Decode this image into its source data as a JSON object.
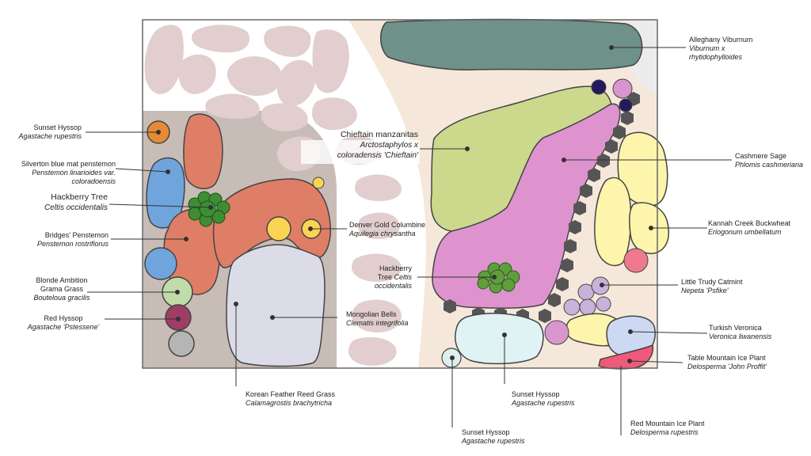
{
  "colors": {
    "border": "#666666",
    "stone": "#e2cece",
    "gravel": "#c8bcb6",
    "sand": "#f5e8da",
    "viburnum": "#6e918a",
    "manzanita": "#ccd98c",
    "sage_pink": "#de93cf",
    "hyssop_orange": "#e58a36",
    "penstemon_salmon": "#df7e66",
    "blue": "#6fa5dc",
    "hackberry_green": "#3d8d35",
    "columbine_yellow": "#fcd454",
    "bells_lavender": "#dcdce8",
    "grama_green": "#bfdca9",
    "red_hyssop": "#9e3d66",
    "gray_circle": "#b5b5b5",
    "buckwheat_yellow": "#fcf5ab",
    "catmint_lilac": "#c9b2da",
    "veronica_blue": "#cdd9f3",
    "ice_plant_pink": "#ef5a7a",
    "hyssop_cyan": "#dff2f4",
    "dark_navy": "#25195d",
    "pink_accent": "#d896cf",
    "paver": "#555555"
  },
  "labels": {
    "sunset_hyssop_left": {
      "name": "Sunset Hyssop",
      "sci": "Agastache rupestris"
    },
    "silverton": {
      "name": "Silverton blue mat penstemon",
      "sci_1": "Penstemon linarioides var.",
      "sci_2": "coloradoensis"
    },
    "hackberry_left": {
      "name": "Hackberry Tree",
      "sci": "Celtis occidentalis"
    },
    "bridges": {
      "name": "Bridges' Penstemon",
      "sci": "Penstemon rostriflorus"
    },
    "blonde": {
      "name_1": "Blonde Ambition",
      "name_2": "Grama Grass",
      "sci": "Bouteloua gracilis"
    },
    "red_hyssop": {
      "name": "Red  Hyssop",
      "sci": "Agastache 'Pstessene'"
    },
    "korean": {
      "name": "Korean Feather Reed Grass",
      "sci": "Calamagrostis brachytricha"
    },
    "mongolian": {
      "name": "Mongolian Bells",
      "sci": "Clematis integrifolia"
    },
    "chieftain": {
      "name": "Chieftain manzanitas",
      "sci_1": "Arctostaphylos x",
      "sci_2": "coloradensis 'Chieftain'"
    },
    "denver": {
      "name": "Denver Gold Columbine",
      "sci": "Aquilegia chrysantha"
    },
    "hackberry_center": {
      "name_1": "Hackberry",
      "name_2": "Tree",
      "sci_a": "Celtis",
      "sci_b": "occidentalis"
    },
    "alleghany": {
      "name": "Alleghany Viburnum",
      "sci_1": "Viburnum x",
      "sci_2": "rhytidophylloides"
    },
    "cashmere": {
      "name": "Cashmere Sage",
      "sci": "Phlomis cashmeriana"
    },
    "kannah": {
      "name": "Kannah Creek Buckwheat",
      "sci": "Eriogonum umbellatum"
    },
    "little_trudy": {
      "name": "Little Trudy Catmint",
      "sci": "Nepeta 'Psfike'"
    },
    "turkish": {
      "name": "Turkish Veronica",
      "sci": "Veronica liwanensis"
    },
    "table_mountain": {
      "name": "Table Mountain Ice Plant",
      "sci": "Delosperma 'John Proffit'"
    },
    "sunset_hyssop_bottom": {
      "name": "Sunset Hyssop",
      "sci": "Agastache rupestris"
    },
    "sunset_hyssop_lowest": {
      "name": "Sunset Hyssop",
      "sci": "Agastache rupestris"
    },
    "red_mountain": {
      "name": "Red  Mountain Ice Plant",
      "sci": "Delosperma rupestris"
    }
  }
}
